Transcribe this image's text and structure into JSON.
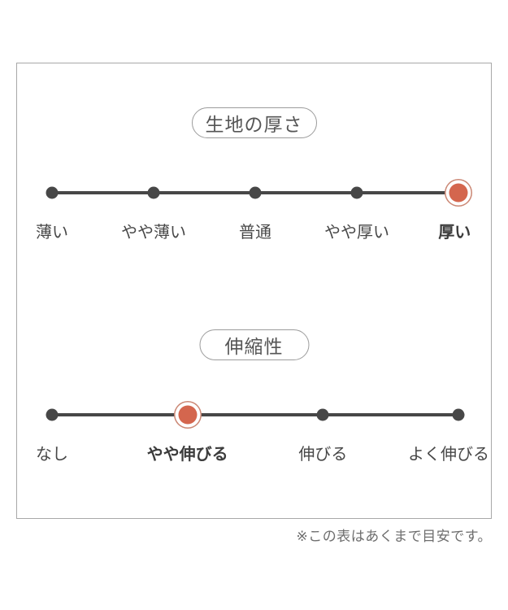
{
  "colors": {
    "accent": "#d4664e",
    "accent_ring": "#cb8774",
    "track": "#474747",
    "panel_border": "#a8a8a8",
    "pill_border": "#9c9c9c",
    "label_text": "#474747",
    "footnote_text": "#6e6e6e"
  },
  "scales": [
    {
      "title": "生地の厚さ",
      "options": [
        {
          "label": "薄い",
          "selected": false
        },
        {
          "label": "やや薄い",
          "selected": false
        },
        {
          "label": "普通",
          "selected": false
        },
        {
          "label": "やや厚い",
          "selected": false
        },
        {
          "label": "厚い",
          "selected": true
        }
      ]
    },
    {
      "title": "伸縮性",
      "options": [
        {
          "label": "なし",
          "selected": false
        },
        {
          "label": "やや伸びる",
          "selected": true
        },
        {
          "label": "伸びる",
          "selected": false
        },
        {
          "label": "よく伸びる",
          "selected": false
        }
      ]
    }
  ],
  "footnote": "※この表はあくまで目安です。",
  "chart_data": [
    {
      "type": "scatter",
      "subtype": "rating-scale",
      "title": "生地の厚さ",
      "categories": [
        "薄い",
        "やや薄い",
        "普通",
        "やや厚い",
        "厚い"
      ],
      "selected_index": 4,
      "selected_label": "厚い",
      "num_levels": 5,
      "marker_color": "#d4664e",
      "legend_position": "none",
      "grid": false
    },
    {
      "type": "scatter",
      "subtype": "rating-scale",
      "title": "伸縮性",
      "categories": [
        "なし",
        "やや伸びる",
        "伸びる",
        "よく伸びる"
      ],
      "selected_index": 1,
      "selected_label": "やや伸びる",
      "num_levels": 4,
      "marker_color": "#d4664e",
      "legend_position": "none",
      "grid": false
    }
  ]
}
